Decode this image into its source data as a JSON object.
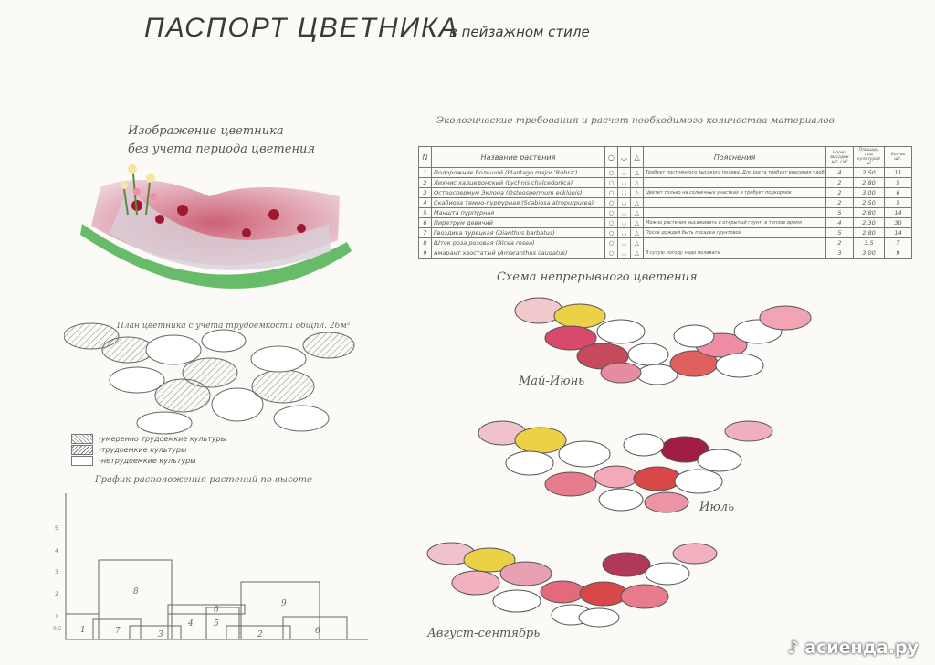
{
  "header": {
    "title": "ПАСПОРТ ЦВЕТНИКА",
    "subtitle": "в пейзажном стиле"
  },
  "image_caption": {
    "line1": "Изображение цветника",
    "line2": "без учета периода цветения"
  },
  "plan_caption": "План цветника с учета трудоемкости общпл. 26м²",
  "legend": [
    "-умеренно трудоемкие культуры",
    "-трудоемкие культуры",
    "-нетрудоемкие культуры"
  ],
  "height_chart": {
    "title": "График расположения растений по высоте",
    "y_ticks": [
      "5",
      "4",
      "3",
      "2",
      "1",
      "0,5"
    ]
  },
  "eco_table": {
    "title": "Экологические требования и расчет необходимого количества материалов",
    "headers": {
      "n": "N",
      "name": "Название растения",
      "notes": "Пояснения",
      "norm": "Норма высадки шт. / м²",
      "area": "Площадь под культурой м²",
      "count": "Кол-во шт."
    },
    "rows": [
      {
        "n": "1",
        "name": "Подорожник большой (Plantago major 'Rubra')",
        "note": "Требует постоянного высокого полива. Для роста требует внесения удобрений",
        "norm": "4",
        "area": "2.50",
        "count": "11"
      },
      {
        "n": "2",
        "name": "Лихнис халцедонский (Lychnis chalcedonica)",
        "note": "",
        "norm": "2",
        "area": "2.80",
        "count": "5"
      },
      {
        "n": "3",
        "name": "Остеоспермум Эклона (Osteospermum ecklonis)",
        "note": "Цветет только на солнечных участках и требует подкормок",
        "norm": "2",
        "area": "3.00",
        "count": "6"
      },
      {
        "n": "4",
        "name": "Скабиоза темно-пурпурная (Scabiosa atropurpurea)",
        "note": "",
        "norm": "2",
        "area": "2.50",
        "count": "5"
      },
      {
        "n": "5",
        "name": "Маншта пурпурная",
        "note": "",
        "norm": "5",
        "area": "2.80",
        "count": "14"
      },
      {
        "n": "6",
        "name": "Пиретрум девичий",
        "note": "Можно растения высаживать в открытый грунт, в теплое время",
        "norm": "4",
        "area": "2.30",
        "count": "30"
      },
      {
        "n": "7",
        "name": "Гвоздика турецкая (Dianthus barbatus)",
        "note": "После дождей быть посадка грунтовой",
        "norm": "5",
        "area": "2.80",
        "count": "14"
      },
      {
        "n": "8",
        "name": "Шток роза розовая (Alcea rosea)",
        "note": "",
        "norm": "2",
        "area": "3.5",
        "count": "7"
      },
      {
        "n": "9",
        "name": "Амарант хвостатый (Amaranthus caudatus)",
        "note": "В сухую погоду надо поливать",
        "norm": "3",
        "area": "3.00",
        "count": "9"
      }
    ]
  },
  "bloom": {
    "title": "Схема непрерывного цветения",
    "may": "Май-Июнь",
    "july": "Июль",
    "aug": "Август-сентябрь"
  },
  "watermark": "асиенда.ру"
}
